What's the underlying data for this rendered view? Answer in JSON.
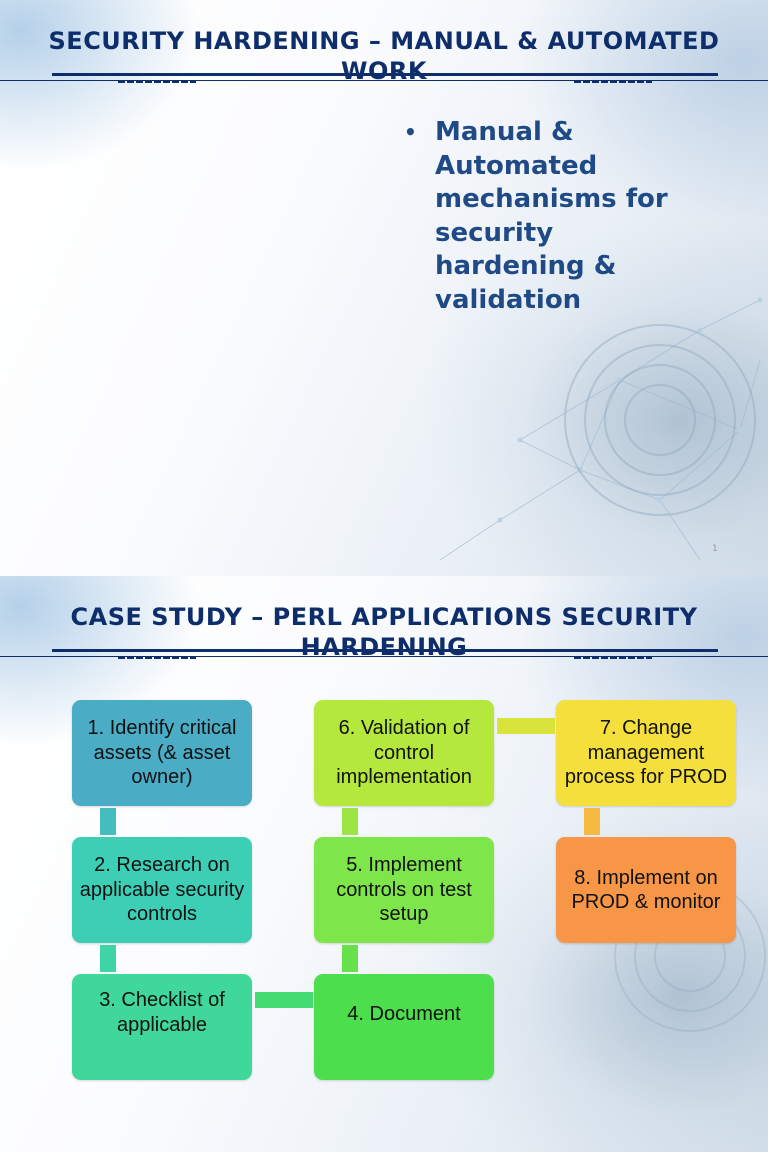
{
  "slide1": {
    "title": "SECURITY HARDENING – MANUAL & AUTOMATED WORK",
    "bullet_marker": "•",
    "bullet": "Manual & Automated mechanisms for security hardening & validation",
    "page_number": "1"
  },
  "slide2": {
    "title": "CASE STUDY – PERL APPLICATIONS SECURITY HARDENING",
    "steps": [
      {
        "label": "1. Identify critical assets (& asset owner)",
        "color": "#4bacc6"
      },
      {
        "label": "2. Research on applicable security controls",
        "color": "#3ccfb5"
      },
      {
        "label": "3. Checklist of applicable",
        "color": "#3fd89a"
      },
      {
        "label": "4. Document",
        "color": "#4cde4c"
      },
      {
        "label": "5. Implement controls on test setup",
        "color": "#7ee54a"
      },
      {
        "label": "6. Validation of control implementation",
        "color": "#b5e83c"
      },
      {
        "label": "7. Change management process for PROD",
        "color": "#f4df3c"
      },
      {
        "label": "8. Implement on PROD & monitor",
        "color": "#f79646"
      }
    ]
  },
  "colors": {
    "title": "#0d2d6b",
    "bullet_text": "#1f4a86"
  }
}
